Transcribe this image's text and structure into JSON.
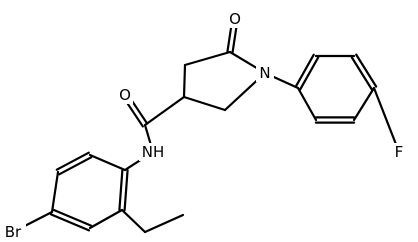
{
  "molecule": {
    "atoms": [
      {
        "id": "O1",
        "label": "O"
      },
      {
        "id": "N1",
        "label": "N"
      },
      {
        "id": "O2",
        "label": "O"
      },
      {
        "id": "NH",
        "label": "NH"
      },
      {
        "id": "F",
        "label": "F"
      },
      {
        "id": "Br",
        "label": "Br"
      }
    ]
  }
}
